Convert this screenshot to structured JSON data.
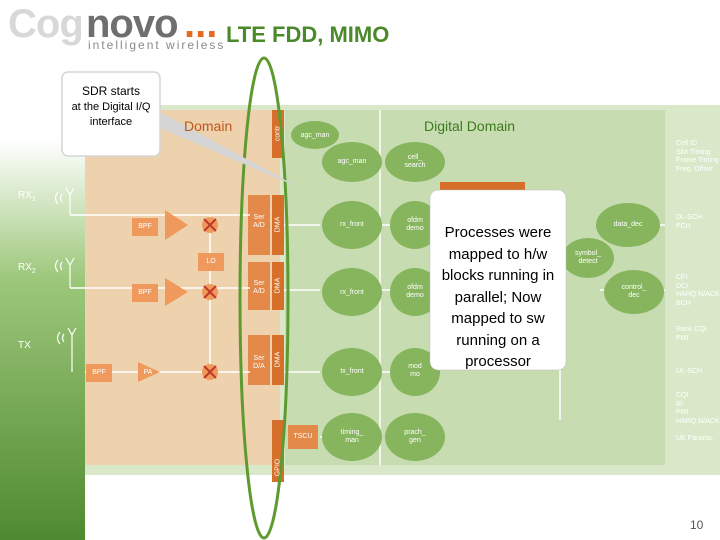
{
  "header": {
    "logo_word_a": "Cog",
    "logo_word_b": "novo",
    "logo_dots": "...",
    "logo_tagline": "intelligent wireless",
    "title": "LTE FDD, MIMO"
  },
  "callouts": {
    "sdr_title": "SDR starts",
    "sdr_body": "at the Digital I/Q interface",
    "processes": "Processes were mapped to h/w blocks running in parallel; Now mapped to sw running on a processor"
  },
  "domains": {
    "analog": "Domain",
    "digital": "Digital Domain"
  },
  "antennas": {
    "rx1_main": "RX",
    "rx1_sub": "1",
    "rx2_main": "RX",
    "rx2_sub": "2",
    "tx": "TX"
  },
  "rf": {
    "bpf1": "BPF",
    "bpf2": "BPF",
    "bpf3": "BPF",
    "pa": "PA",
    "lo": "LO",
    "ser_ad1": "Ser A/D",
    "ser_ad2": "Ser A/D",
    "ser_da": "Ser D/A",
    "dma1": "DMA",
    "dma2": "DMA",
    "dma3": "DMA",
    "contr": "contr",
    "gpio": "GPIO",
    "tscu": "TSCU"
  },
  "digital_blocks": {
    "agc_man_top": "agc_man",
    "agc_man": "agc_man",
    "cell_search": "cell_ search",
    "rx_front1": "rx_front",
    "rx_front2": "rx_front",
    "tx_front": "tx_front",
    "timing_man": "timing_ man",
    "ofdm_demod1": "ofdm demo",
    "ofdm_demod2": "ofdm demo",
    "ofdm_mod": "mod mo",
    "prach_gen": "prach_ gen",
    "data_dec": "data_dec",
    "symbol_detect": "symbol_ detect",
    "control_dec": "control_ dec"
  },
  "outputs": {
    "cell_info": [
      "Cell ID",
      "Slot Timing",
      "Frame Timing",
      "Freq. Offset"
    ],
    "dl_sch": [
      "DL-SCH",
      "PCH"
    ],
    "cfi": [
      "CFI",
      "DCI",
      "HARQ N/ACK",
      "BCH"
    ],
    "rank": [
      "Rank CQI",
      "PMI"
    ],
    "ul_sch": [
      "UL-SCH"
    ],
    "cqi": [
      "CQI",
      "RI",
      "PMI",
      "HARQ N/ACK"
    ],
    "ue": [
      "UE Params."
    ]
  },
  "page_number": "10",
  "colors": {
    "green_dark": "#5a8f3c",
    "green_mid": "#87b55e",
    "green_light": "#c9deb4",
    "orange": "#f3ab79",
    "orange_dark": "#d66f2a",
    "title_green": "#4a8a2a",
    "ellipse": "#5e9a30"
  }
}
